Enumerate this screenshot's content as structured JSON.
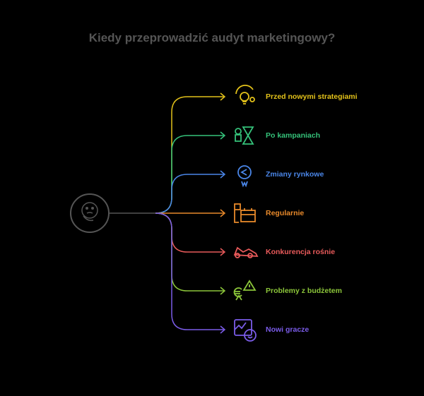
{
  "title": "Kiedy przeprowadzić audyt marketingowy?",
  "center": {
    "icon": "thinking-face-icon",
    "color": "#555555"
  },
  "branches": [
    {
      "label": "Przed nowymi strategiami",
      "color": "#e3c21a",
      "icon": "lightbulb-cycle-icon"
    },
    {
      "label": "Po kampaniach",
      "color": "#35c27a",
      "icon": "person-trophy-icon"
    },
    {
      "label": "Zmiany rynkowe",
      "color": "#4a86e8",
      "icon": "compass-west-icon"
    },
    {
      "label": "Regularnie",
      "color": "#e8892a",
      "icon": "calendar-schedule-icon"
    },
    {
      "label": "Konkurencja rośnie",
      "color": "#e85a5a",
      "icon": "race-car-icon"
    },
    {
      "label": "Problemy z budżetem",
      "color": "#8cc63a",
      "icon": "euro-warning-icon"
    },
    {
      "label": "Nowi gracze",
      "color": "#7a5ce8",
      "icon": "new-player-face-icon"
    }
  ]
}
